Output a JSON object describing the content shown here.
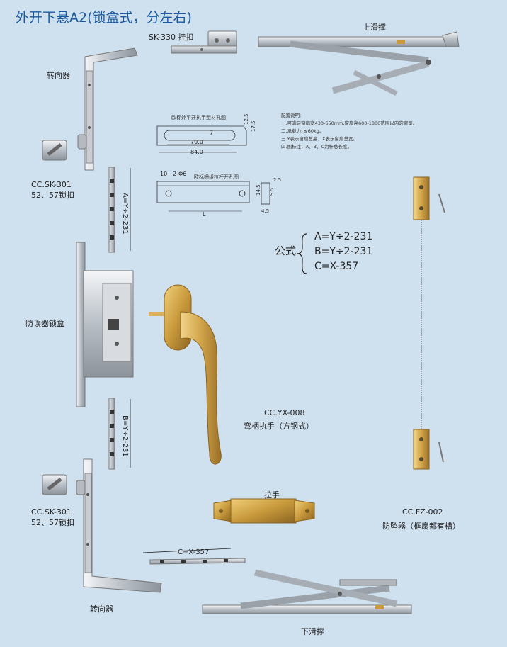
{
  "title": "外开下悬A2(锁盒式，分左右)",
  "labels": {
    "sk330": "SK-330 挂扣",
    "top_slide": "上滑撑",
    "corner_top": "转向器",
    "sk301_top_code": "CC.SK-301",
    "sk301_top_desc": "52、57锁扣",
    "lockbox": "防误器锁盒",
    "sk301_bot_code": "CC.SK-301",
    "sk301_bot_desc": "52、57锁扣",
    "corner_bot": "转向器",
    "bottom_slide": "下滑撑",
    "handle_code": "CC.YX-008",
    "handle_desc": "弯柄执手（方钢式）",
    "pull": "拉手",
    "fz_code": "CC.FZ-002",
    "fz_desc": "防坠器（框扇都有槽）"
  },
  "rods": {
    "a": "A=Y÷2-231",
    "b": "B=Y÷2-231",
    "c": "C=X-357"
  },
  "diagram1": {
    "title": "欧标外平开执手型材孔图",
    "dim_70": "70.0",
    "dim_84": "84.0",
    "dim_7": "7",
    "dim_125": "12.5",
    "dim_175": "17.5"
  },
  "diagram2": {
    "title": "欧标栅组拉杆开孔图",
    "dim_10": "10",
    "holes": "2-Φ6",
    "L": "L",
    "dim_145": "14.5",
    "dim_95": "9.5",
    "dim_25": "2.5",
    "dim_45": "4.5"
  },
  "notes": {
    "heading": "配置说明:",
    "items": [
      "一.可满足窗扇宽430-650mm,窗扇高600-1800范围以内的窗型。",
      "二.承载力: ≤60kg。",
      "三.Y表示窗扇总高，X表示窗扇总宽。",
      "四.图标注，A、B、C为杆总长度。"
    ]
  },
  "formula": {
    "label": "公式",
    "lines": [
      "A=Y÷2-231",
      "B=Y÷2-231",
      "C=X-357"
    ]
  },
  "colors": {
    "background": "#cfe0ef",
    "title": "#1a5aa0",
    "steel": "#c4c9cf",
    "gold": "#c99a3c"
  }
}
